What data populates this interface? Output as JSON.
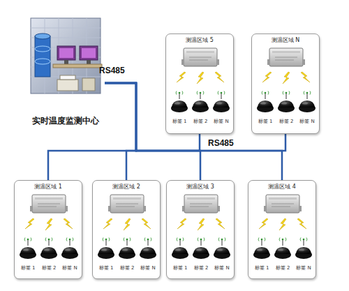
{
  "diagram": {
    "nodes": [
      {
        "text": [
          "实时温度监测中心"
        ]
      },
      {
        "text": [
          "测温区域 5"
        ]
      },
      {
        "text": [
          "标签 1"
        ],
        "in": 1
      },
      {
        "text": [
          "标签 2"
        ],
        "in": 1
      },
      {
        "text": [
          "标签 N"
        ],
        "in": 1
      },
      {
        "text": [
          "测温区域 N"
        ]
      },
      {
        "text": [
          "标签 1"
        ],
        "in": 5
      },
      {
        "text": [
          "标签 2"
        ],
        "in": 5
      },
      {
        "text": [
          "标签 N"
        ],
        "in": 5
      },
      {
        "text": [
          "测温区域 1"
        ]
      },
      {
        "text": [
          "标签 1"
        ],
        "in": 9
      },
      {
        "text": [
          "标签 2"
        ],
        "in": 9
      },
      {
        "text": [
          "标签 N"
        ],
        "in": 9
      },
      {
        "text": [
          "测温区域 2"
        ]
      },
      {
        "text": [
          "标签 1"
        ],
        "in": 13
      },
      {
        "text": [
          "标签 2"
        ],
        "in": 13
      },
      {
        "text": [
          "标签 N"
        ],
        "in": 13
      },
      {
        "text": [
          "测温区域 3"
        ]
      },
      {
        "text": [
          "标签 1"
        ],
        "in": 17
      },
      {
        "text": [
          "标签 2"
        ],
        "in": 17
      },
      {
        "text": [
          "标签 N"
        ],
        "in": 17
      },
      {
        "text": [
          "测温区域 4"
        ]
      },
      {
        "text": [
          "标签 1"
        ],
        "in": 21
      },
      {
        "text": [
          "标签 2"
        ],
        "in": 21
      },
      {
        "text": [
          "标签 N"
        ],
        "in": 21
      }
    ],
    "edges": [
      {
        "from": 0,
        "to": 1,
        "arrow": "none"
      },
      {
        "from": 0,
        "to": 5,
        "arrow": "none"
      },
      {
        "from": 0,
        "to": 9,
        "arrow": "none"
      },
      {
        "from": 0,
        "to": 13,
        "arrow": "none"
      },
      {
        "from": 0,
        "to": 17,
        "arrow": "none"
      },
      {
        "from": 0,
        "to": 21,
        "arrow": "none"
      }
    ],
    "labels": [
      "RS485",
      "RS485"
    ]
  }
}
